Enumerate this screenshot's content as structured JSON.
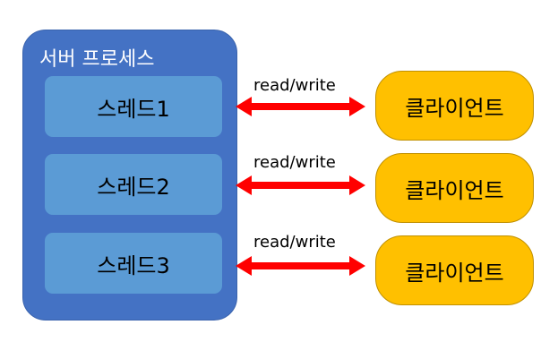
{
  "server": {
    "title": "서버 프로세스",
    "threads": [
      {
        "label": "스레드1"
      },
      {
        "label": "스레드2"
      },
      {
        "label": "스레드3"
      }
    ]
  },
  "connections": [
    {
      "label": "read/write",
      "client": "클라이언트"
    },
    {
      "label": "read/write",
      "client": "클라이언트"
    },
    {
      "label": "read/write",
      "client": "클라이언트"
    }
  ],
  "colors": {
    "server": "#4472c4",
    "thread": "#5b9bd5",
    "client": "#ffc000",
    "arrow": "#ff0000"
  }
}
